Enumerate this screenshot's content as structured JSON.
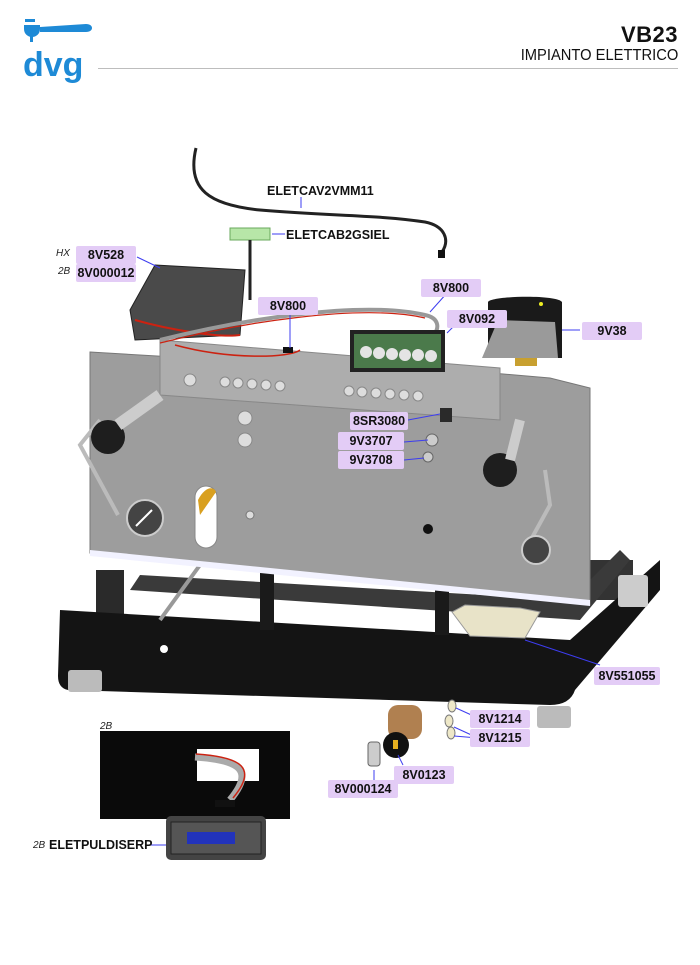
{
  "brand": {
    "name": "dvg",
    "logo_icon": "portafilter-logo-icon",
    "color": "#1e8ad6"
  },
  "header": {
    "model": "VB23",
    "section_title": "IMPIANTO ELETTRICO"
  },
  "colors": {
    "label_bg": "#e3ccf6",
    "leader_line": "#3d3df0",
    "frame": "#111111",
    "panel": "#9a9a9a"
  },
  "callouts": {
    "cable_top": "ELETCAV2VMM11",
    "connector": "ELETCAB2GSIEL",
    "control_box_hx": {
      "variant": "HX",
      "code": "8V528"
    },
    "control_box_2b": {
      "variant": "2B",
      "code": "8V000012"
    },
    "ribbon_cable_left": "8V800",
    "ribbon_cable_right": "8V800",
    "keypad": "8V092",
    "pressure_switch": "9V38",
    "switch": "8SR3080",
    "lamp_1": "9V3707",
    "lamp_2": "9V3708",
    "drip_box": "8V551055",
    "indicator_1": "8V1214",
    "indicator_2": "8V1215",
    "power_knob": "8V0123",
    "knob_ring": "8V000124",
    "display": {
      "variant": "2B",
      "code": "ELETPULDISERP"
    }
  },
  "inset": {
    "variant": "2B"
  }
}
